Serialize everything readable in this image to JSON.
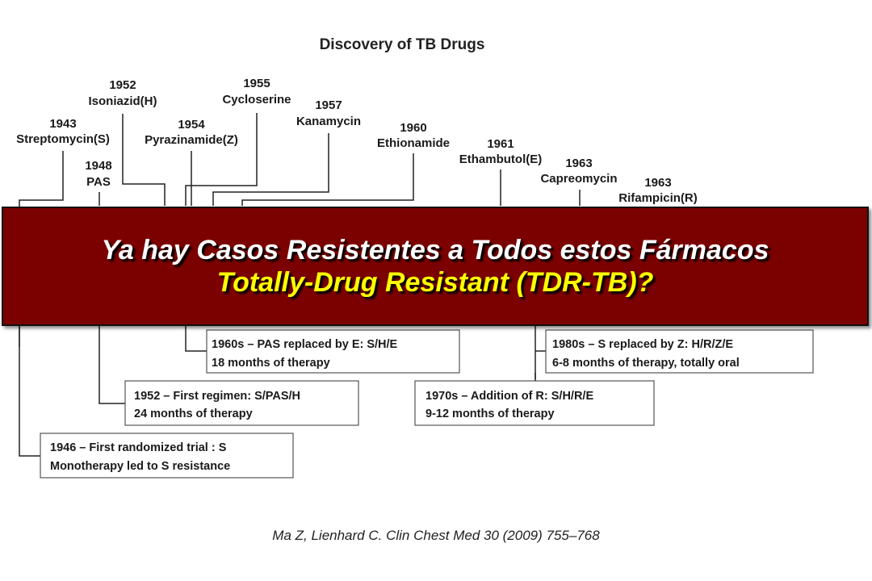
{
  "diagram": {
    "title": "Discovery of TB Drugs",
    "drugs": [
      {
        "year": "1943",
        "name": "Streptomycin(S)"
      },
      {
        "year": "1948",
        "name": "PAS"
      },
      {
        "year": "1952",
        "name": "Isoniazid(H)"
      },
      {
        "year": "1954",
        "name": "Pyrazinamide(Z)"
      },
      {
        "year": "1955",
        "name": "Cycloserine"
      },
      {
        "year": "1957",
        "name": "Kanamycin"
      },
      {
        "year": "1960",
        "name": "Ethionamide"
      },
      {
        "year": "1961",
        "name": "Ethambutol(E)"
      },
      {
        "year": "1963",
        "name": "Capreomycin"
      },
      {
        "year": "1963",
        "name": "Rifampicin(R)"
      }
    ],
    "milestones": [
      {
        "line1": "1960s – PAS replaced by E: S/H/E",
        "line2": "18 months of therapy"
      },
      {
        "line1": "1980s – S replaced by Z: H/R/Z/E",
        "line2": "6-8 months of therapy, totally oral"
      },
      {
        "line1": "1952 – First regimen: S/PAS/H",
        "line2": "24 months of therapy"
      },
      {
        "line1": "1970s – Addition of R: S/H/R/E",
        "line2": "9-12 months of therapy"
      },
      {
        "line1": "1946 – First randomized trial :  S",
        "line2": "Monotherapy led to S resistance"
      }
    ]
  },
  "banner": {
    "line1": "Ya hay Casos Resistentes a Todos estos Fármacos",
    "line2": "Totally-Drug Resistant (TDR-TB)?"
  },
  "citation": "Ma Z, Lienhard C.  Clin Chest Med 30 (2009) 755–768",
  "colors": {
    "banner_bg": "#7b0000",
    "banner_line1": "#ffffff",
    "banner_line2": "#ffff00"
  }
}
